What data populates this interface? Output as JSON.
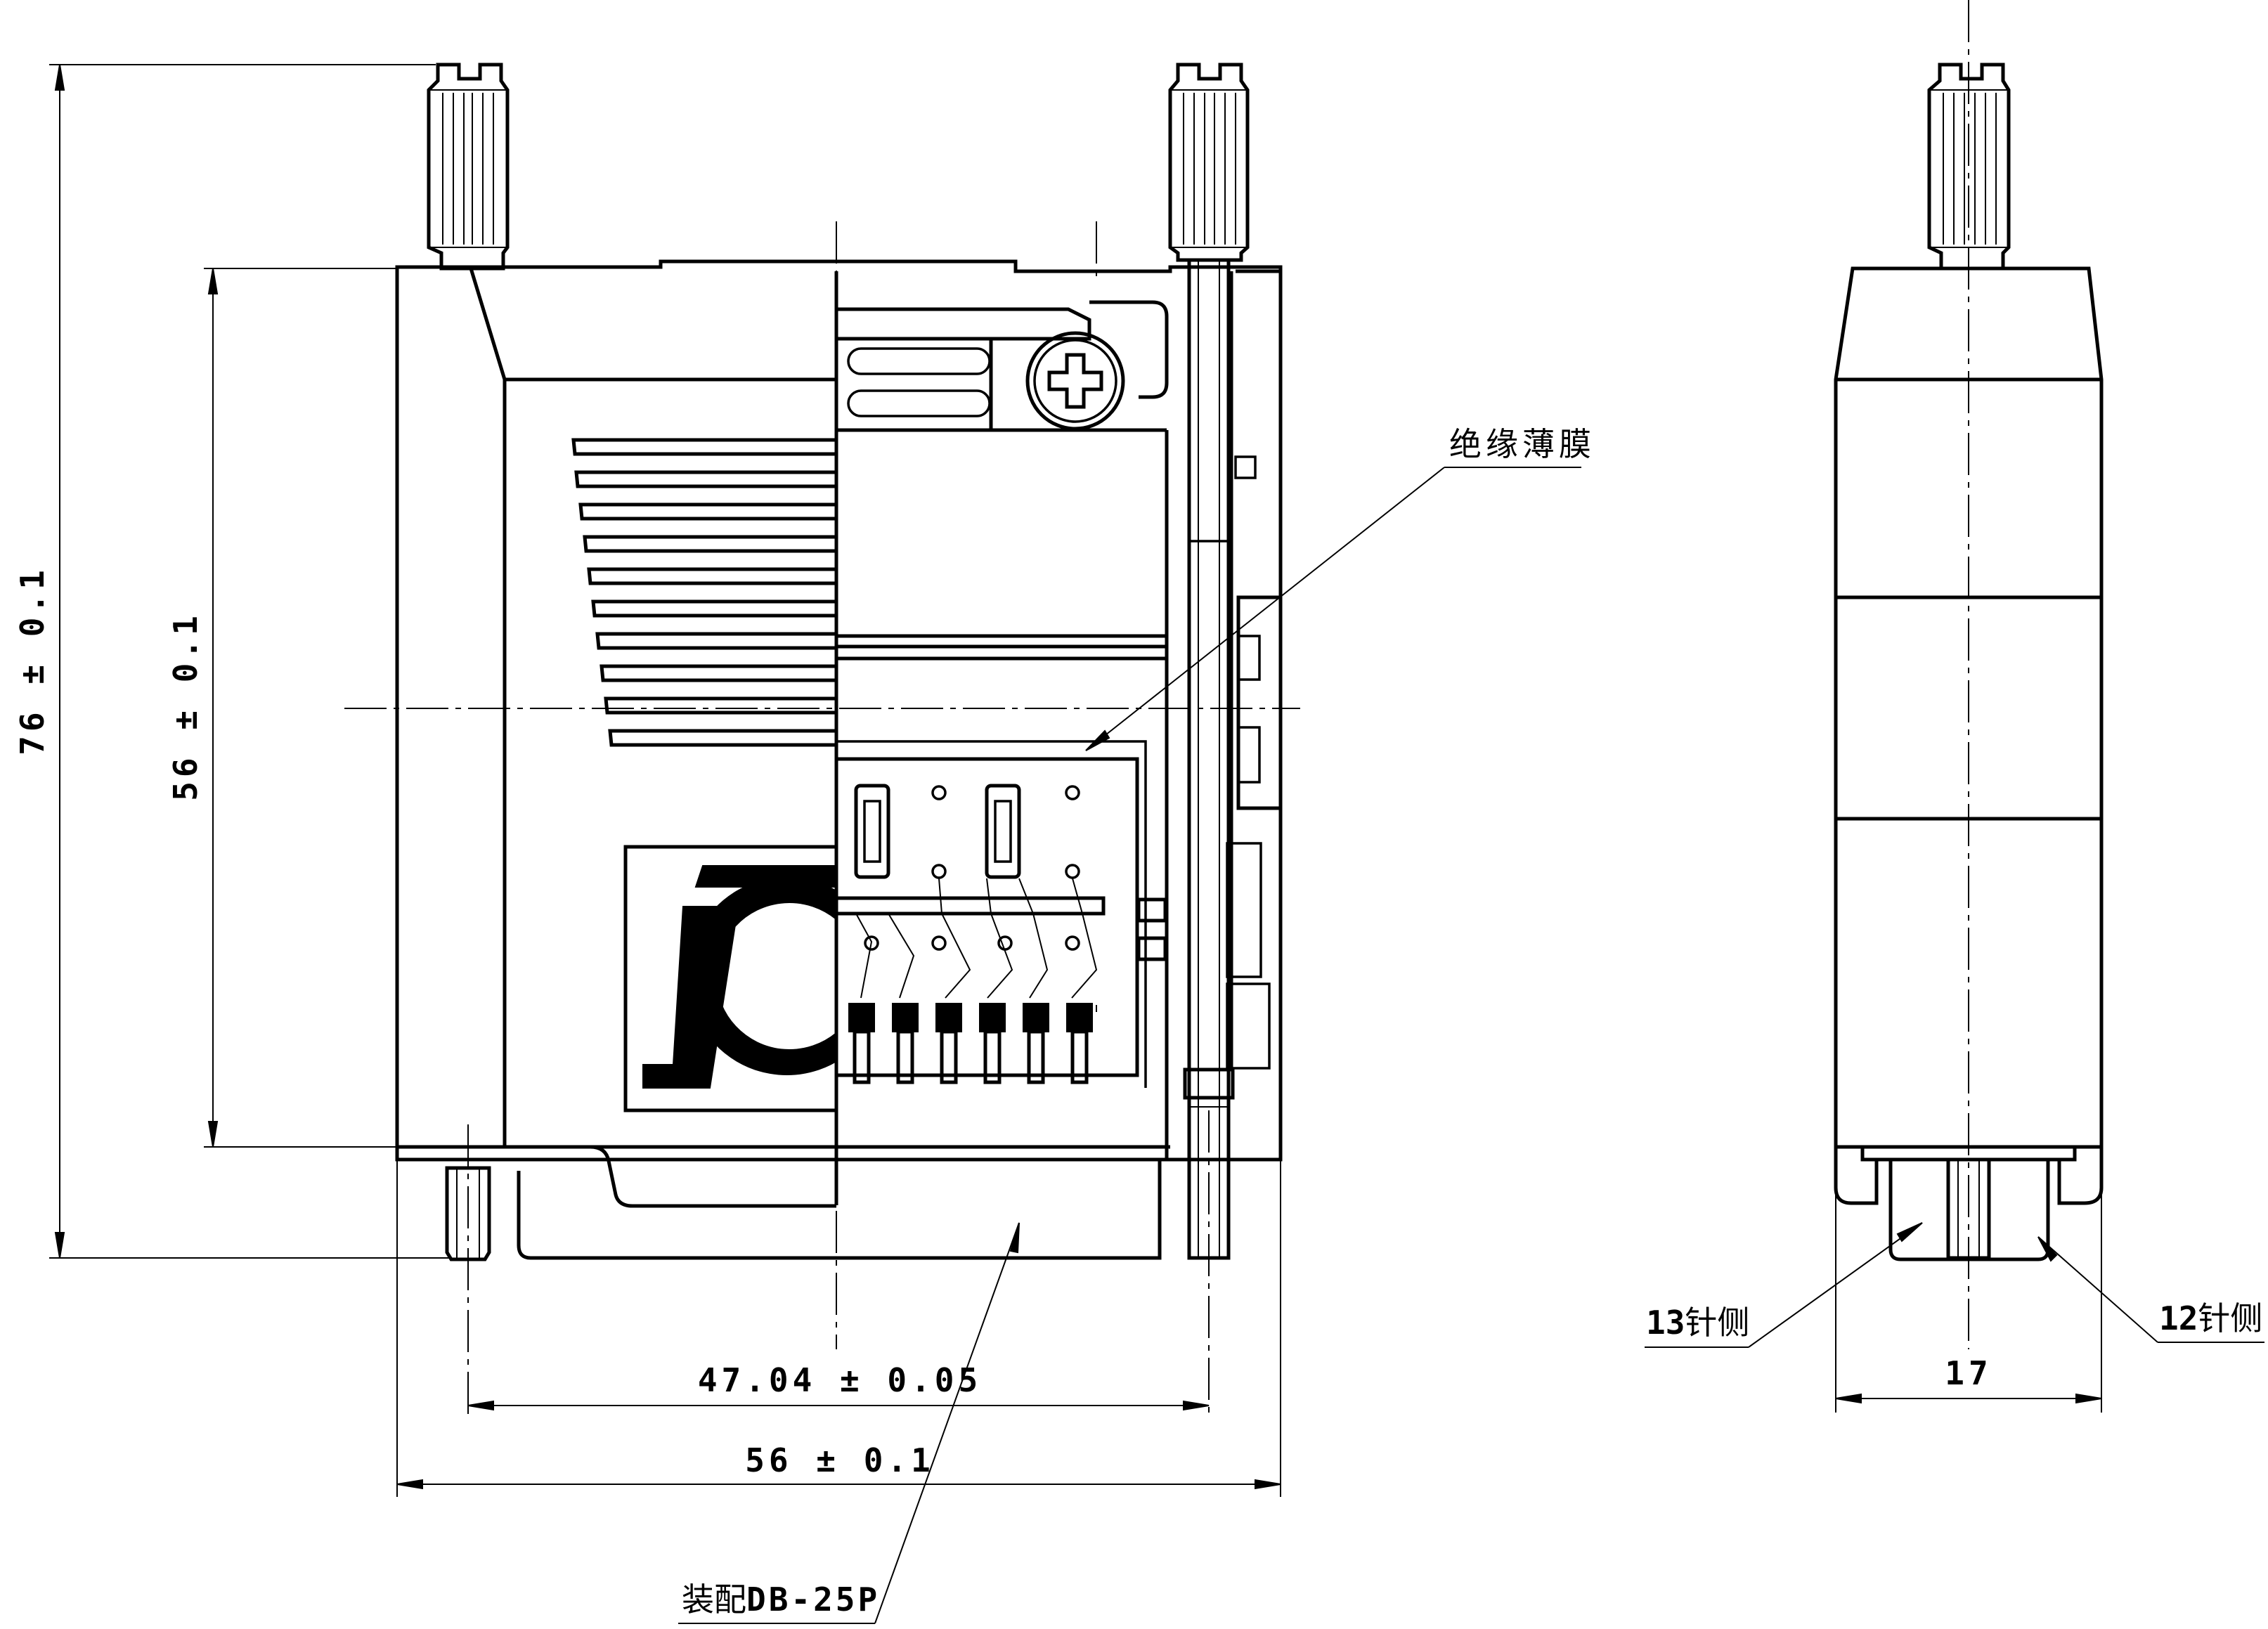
{
  "dimensions": {
    "overall_height": "76 ± 0.1",
    "body_height": "56 ± 0.1",
    "screw_spacing": "47.04 ± 0.05",
    "overall_width": "56 ± 0.1",
    "side_width": "17"
  },
  "callouts": {
    "insulation_film": "绝缘薄膜",
    "mating_prefix": "装配",
    "mating_part": "DB-25P",
    "side13_num": "13",
    "side13_text": "针侧",
    "side12_num": "12",
    "side12_text": "针侧"
  }
}
